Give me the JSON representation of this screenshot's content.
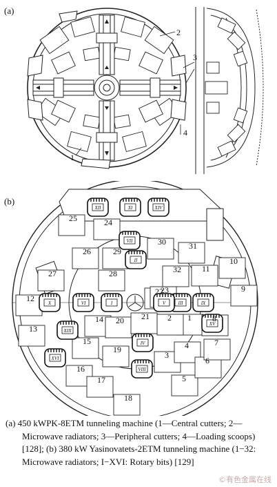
{
  "figure_a": {
    "panel_label": "(a)",
    "callouts": [
      "2",
      "3",
      "4",
      "1"
    ]
  },
  "figure_b": {
    "panel_label": "(b)",
    "radiator_numbers": [
      "1",
      "2",
      "3",
      "4",
      "5",
      "6",
      "7",
      "8",
      "9",
      "10",
      "11",
      "12",
      "13",
      "14",
      "15",
      "16",
      "17",
      "18",
      "19",
      "20",
      "21",
      "22",
      "23",
      "24",
      "25",
      "26",
      "27",
      "28",
      "29",
      "30",
      "31",
      "32"
    ],
    "bit_numerals": [
      "I",
      "II",
      "III",
      "IV",
      "V",
      "VI",
      "VII",
      "VIII",
      "IX",
      "X",
      "XI",
      "XII",
      "XIII",
      "XIV",
      "XV",
      "XVI"
    ]
  },
  "caption": "(a) 450 kWPK-8ETM tunneling machine (1—Central cutters; 2—Microwave radiators; 3—Peripheral cutters; 4—Loading scoops) [128]; (b) 380 kW Yasinovatets-2ETM tunneling machine (1−32: Microwave radiators; I−XVI: Rotary bits) [129]",
  "watermark": "©有色金属在线"
}
